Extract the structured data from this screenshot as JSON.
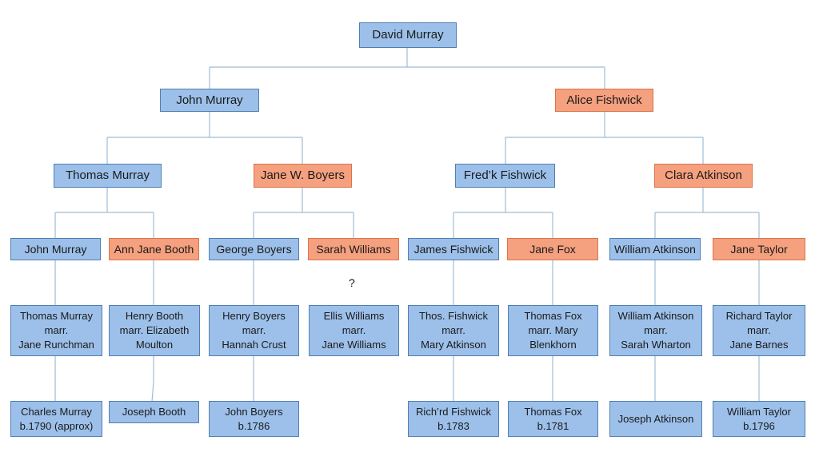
{
  "tree": {
    "g1": {
      "root": "David Murray"
    },
    "g2": {
      "left": "John Murray",
      "right": "Alice Fishwick"
    },
    "g3": {
      "thomas_murray": "Thomas Murray",
      "jane_boyers": "Jane W. Boyers",
      "fredk_fishwick": "Fred’k Fishwick",
      "clara_atkinson": "Clara Atkinson"
    },
    "g4": {
      "john_murray": "John Murray",
      "ann_jane_booth": "Ann Jane Booth",
      "george_boyers": "George Boyers",
      "sarah_williams": "Sarah Williams",
      "james_fishwick": "James Fishwick",
      "jane_fox": "Jane Fox",
      "william_atkinson": "William Atkinson",
      "jane_taylor": "Jane Taylor"
    },
    "g5": {
      "thomas_murray": [
        "Thomas Murray",
        "marr.",
        "Jane Runchman"
      ],
      "henry_booth": [
        "Henry Booth",
        "marr. Elizabeth",
        "Moulton"
      ],
      "henry_boyers": [
        "Henry Boyers",
        "marr.",
        "Hannah Crust"
      ],
      "ellis_williams": [
        "Ellis Williams",
        "marr.",
        "Jane Williams"
      ],
      "thos_fishwick": [
        "Thos. Fishwick",
        "marr.",
        "Mary Atkinson"
      ],
      "thomas_fox": [
        "Thomas Fox",
        "marr. Mary",
        "Blenkhorn"
      ],
      "william_atkinson": [
        "William Atkinson",
        "marr.",
        "Sarah Wharton"
      ],
      "richard_taylor": [
        "Richard Taylor",
        "marr.",
        "Jane Barnes"
      ]
    },
    "g6": {
      "charles_murray": [
        "Charles Murray",
        "b.1790 (approx)"
      ],
      "joseph_booth": [
        "Joseph Booth"
      ],
      "john_boyers": [
        "John Boyers",
        "b.1786"
      ],
      "richrd_fishwick": [
        "Rich’rd Fishwick",
        "b.1783"
      ],
      "thomas_fox": [
        "Thomas Fox",
        "b.1781"
      ],
      "joseph_atkinson": [
        "Joseph Atkinson"
      ],
      "william_taylor": [
        "William Taylor",
        "b.1796"
      ]
    },
    "unknown_mark": "?"
  },
  "colors": {
    "male_fill": "#9cc0ea",
    "female_fill": "#f5a07e",
    "connector": "#9fbcd4"
  }
}
